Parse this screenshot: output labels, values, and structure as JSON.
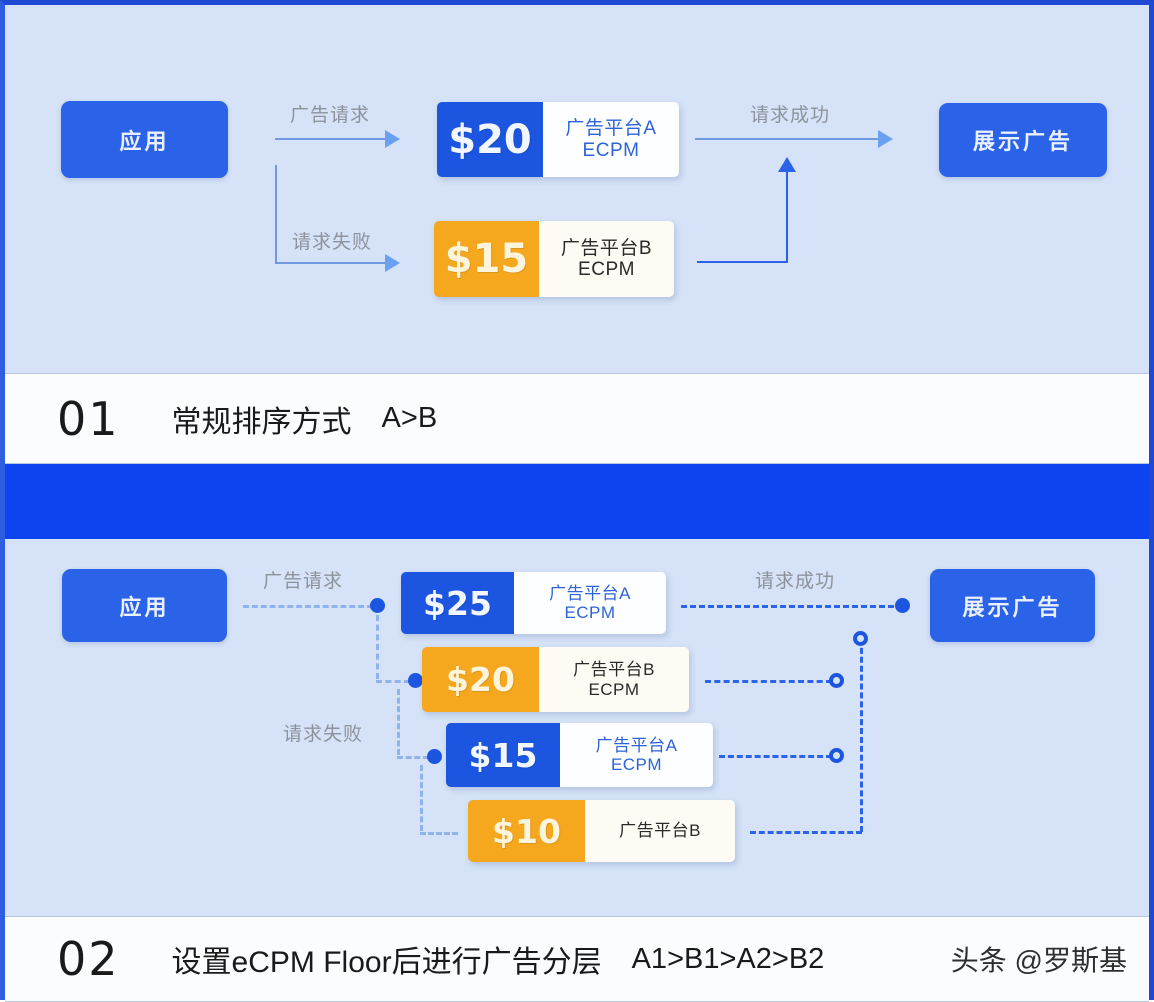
{
  "meta": {
    "watermark": "头条 @罗斯基",
    "accent_blue": "#1b55e0",
    "accent_orange": "#f5a81d",
    "panel_bg": "#d5e2f7",
    "band_blue": "#0d44ef"
  },
  "section1": {
    "app_node": "应用",
    "display_node": "展示广告",
    "labels": {
      "request": "广告请求",
      "fail": "请求失败",
      "success": "请求成功"
    },
    "cards": [
      {
        "price": "$20",
        "platform": "广告平台A",
        "unit": "ECPM",
        "color": "blue"
      },
      {
        "price": "$15",
        "platform": "广告平台B",
        "unit": "ECPM",
        "color": "orange"
      }
    ],
    "row": {
      "number": "01",
      "title": "常规排序方式",
      "code": "A>B"
    }
  },
  "section2": {
    "app_node": "应用",
    "display_node": "展示广告",
    "labels": {
      "request": "广告请求",
      "fail": "请求失败",
      "success": "请求成功"
    },
    "cards": [
      {
        "price": "$25",
        "platform": "广告平台A",
        "unit": "ECPM",
        "color": "blue"
      },
      {
        "price": "$20",
        "platform": "广告平台B",
        "unit": "ECPM",
        "color": "orange"
      },
      {
        "price": "$15",
        "platform": "广告平台A",
        "unit": "ECPM",
        "color": "blue"
      },
      {
        "price": "$10",
        "platform": "广告平台B",
        "unit": "",
        "color": "orange"
      }
    ],
    "row": {
      "number": "02",
      "title": "设置eCPM Floor后进行广告分层",
      "code": "A1>B1>A2>B2"
    }
  }
}
